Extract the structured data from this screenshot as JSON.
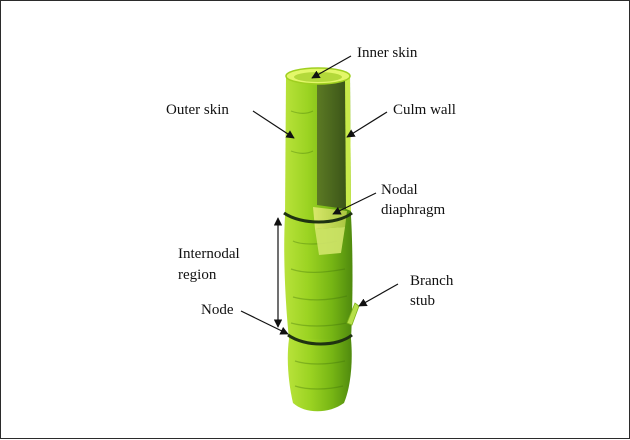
{
  "diagram": {
    "colors": {
      "culm_light": "#d6f25a",
      "culm_mid": "#8fcf1e",
      "culm_dark": "#4f8a0e",
      "node_band": "#1f3312",
      "cut_face": "#3f5a1c",
      "rim": "#e6f96a",
      "line": "#111111"
    },
    "labels": {
      "inner_skin": "Inner skin",
      "outer_skin": "Outer skin",
      "culm_wall": "Culm wall",
      "nodal_diaphragm_1": "Nodal",
      "nodal_diaphragm_2": "diaphragm",
      "internodal_region_1": "Internodal",
      "internodal_region_2": "region",
      "node": "Node",
      "branch_stub_1": "Branch",
      "branch_stub_2": "stub"
    }
  }
}
